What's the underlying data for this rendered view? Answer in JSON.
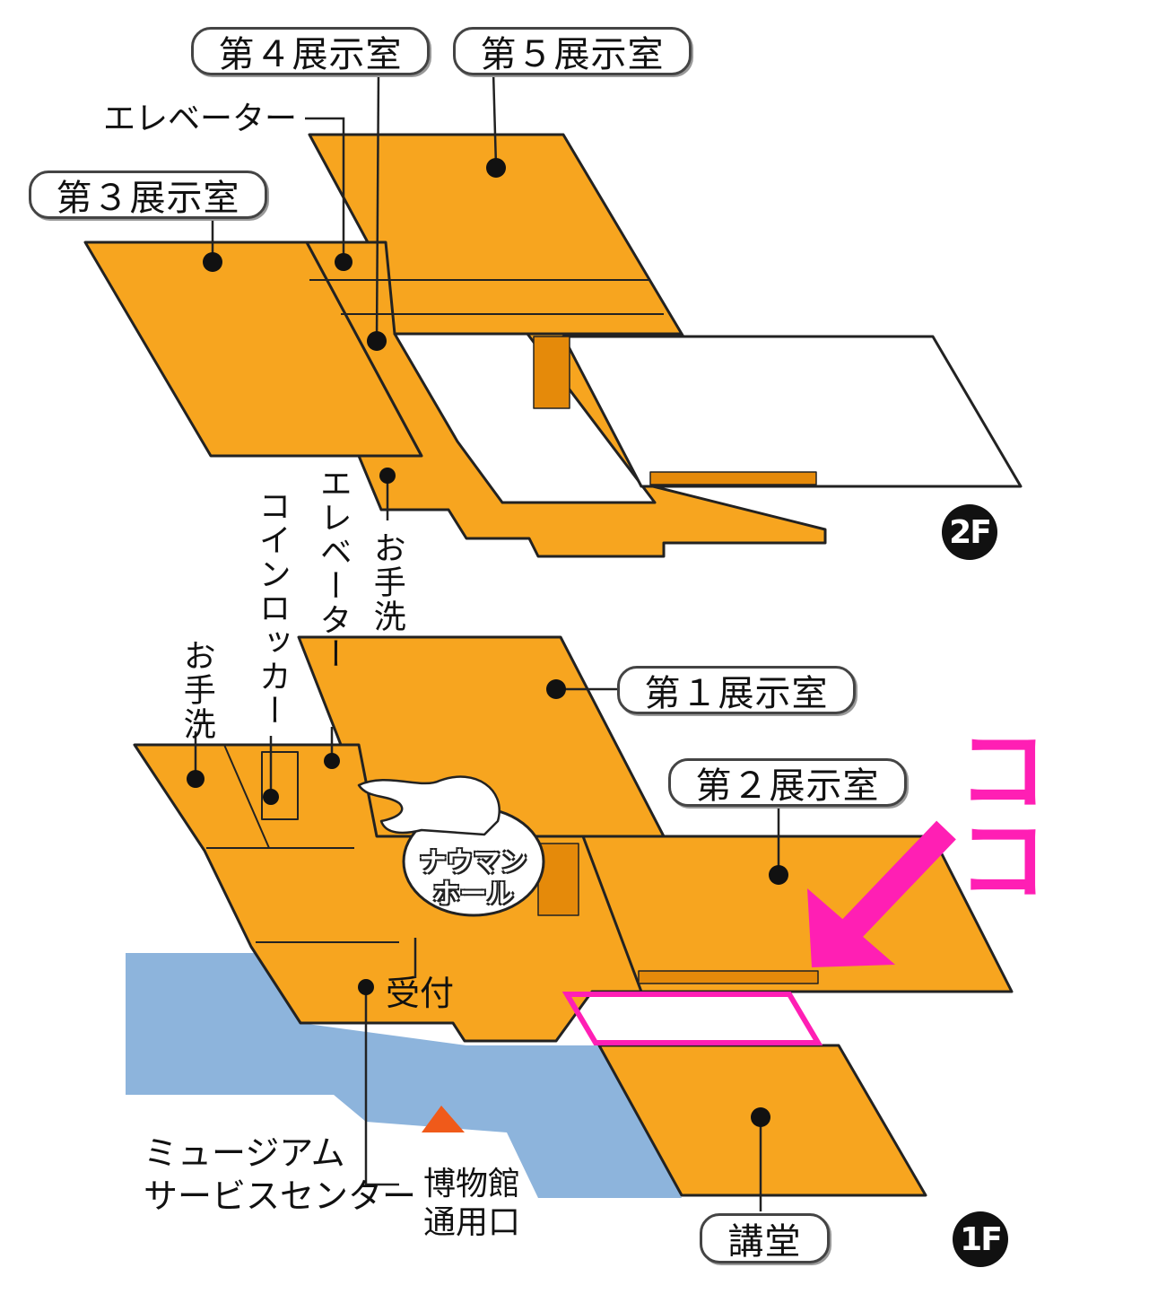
{
  "colors": {
    "floor": "#f7a51f",
    "water": "#8db4dc",
    "highlight": "#ff1fb4",
    "outline": "#222222"
  },
  "floors": {
    "upper": {
      "badge": "2F"
    },
    "lower": {
      "badge": "1F"
    }
  },
  "rooms": {
    "room4": "第４展示室",
    "room5": "第５展示室",
    "room3": "第３展示室",
    "room1": "第１展示室",
    "room2": "第２展示室",
    "auditorium": "講堂"
  },
  "labels": {
    "elevator_2f": "エレベーター",
    "elevator_1f": "エレベーター",
    "toilet_2f": "お手洗",
    "toilet_1f": "お手洗",
    "coin_locker": "コインロッカー",
    "naumann_hall_line1": "ナウマン",
    "naumann_hall_line2": "ホール",
    "reception": "受付",
    "museum_service_line1": "ミュージアム",
    "museum_service_line2": "サービスセンター",
    "staff_entrance_line1": "博物館",
    "staff_entrance_line2": "通用口"
  },
  "callout": {
    "text": "ココ"
  }
}
